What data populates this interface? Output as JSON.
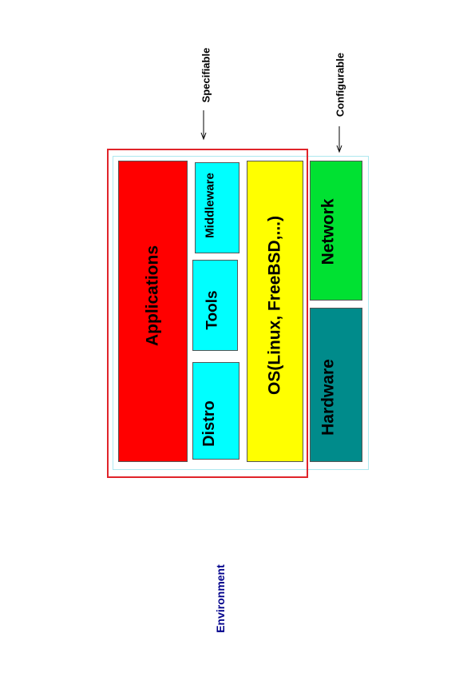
{
  "diagram": {
    "blocks": {
      "applications": "Applications",
      "middleware": "Middleware",
      "tools": "Tools",
      "distro": "Distro",
      "os": "OS(Linux, FreeBSD,...)",
      "network": "Network",
      "hardware": "Hardware"
    },
    "annotations": {
      "specifiable": "Specifiable",
      "configurable": "Configurable",
      "environment": "Environment"
    },
    "colors": {
      "specifiable_frame": "#e0242a",
      "configurable_frame": "#aee8f0",
      "applications": "#ff0000",
      "middleware": "#00ffff",
      "tools": "#00ffff",
      "distro": "#00ffff",
      "os": "#ffff00",
      "network": "#00e132",
      "hardware": "#008b8b",
      "environment_text": "#00008b"
    }
  }
}
